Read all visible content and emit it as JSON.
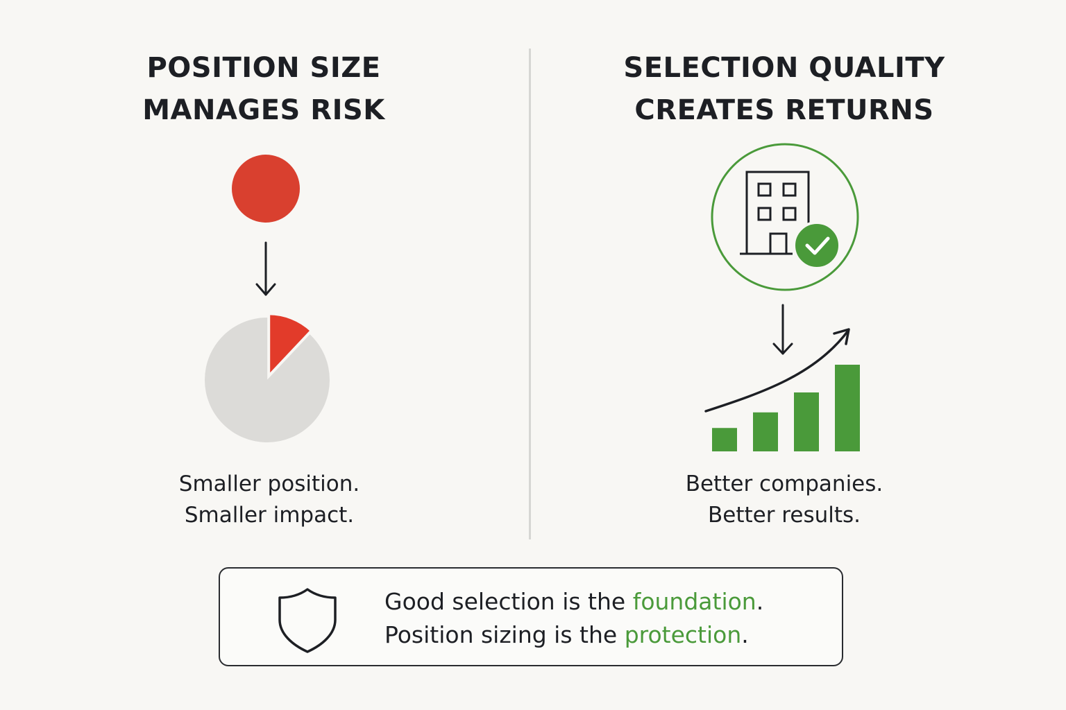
{
  "left_panel": {
    "heading": [
      "POSITION SIZE",
      "MANAGES RISK"
    ],
    "caption": [
      "Smaller position.",
      "Smaller impact."
    ],
    "pie_slice_fraction": 0.12
  },
  "right_panel": {
    "heading": [
      "SELECTION QUALITY",
      "CREATES RETURNS"
    ],
    "caption": [
      "Better companies.",
      "Better results."
    ],
    "bar_levels": [
      0.27,
      0.45,
      0.68,
      1.0
    ]
  },
  "callout": {
    "line1": {
      "before": "Good selection is the ",
      "highlight": "foundation",
      "after": "."
    },
    "line2": {
      "before": "Position sizing is the ",
      "highlight": "protection",
      "after": "."
    }
  },
  "icons": {
    "position_dot": "red-circle-icon",
    "arrow": "arrow-down-icon",
    "pie": "pie-chart-icon",
    "building": "building-check-icon",
    "growth": "rising-bar-chart-icon",
    "shield": "shield-icon"
  },
  "colors": {
    "background": "#f8f7f4",
    "text": "#1d1f24",
    "risk_red": "#d9402f",
    "slice_red": "#e23b2a",
    "pie_gray": "#dcdbd8",
    "quality_green": "#4a9a3a",
    "divider": "#d6d6d3"
  }
}
